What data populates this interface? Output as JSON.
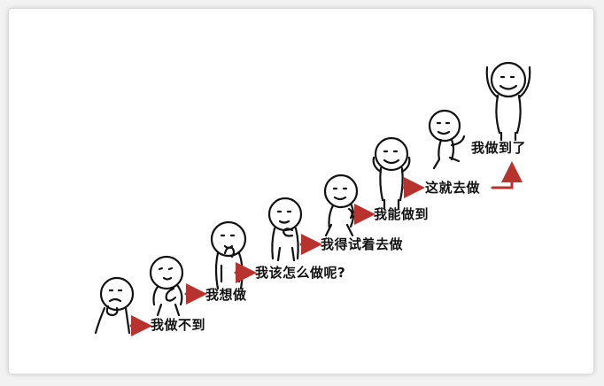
{
  "steps": [
    {
      "label": "我做不到"
    },
    {
      "label": "我想做"
    },
    {
      "label": "我该怎么做呢?"
    },
    {
      "label": "我得试着去做"
    },
    {
      "label": "我能做到"
    },
    {
      "label": "这就去做"
    },
    {
      "label": "我做到了"
    }
  ],
  "colors": {
    "arrow": "#b8322e",
    "ink": "#111111",
    "background": "#ffffff"
  }
}
